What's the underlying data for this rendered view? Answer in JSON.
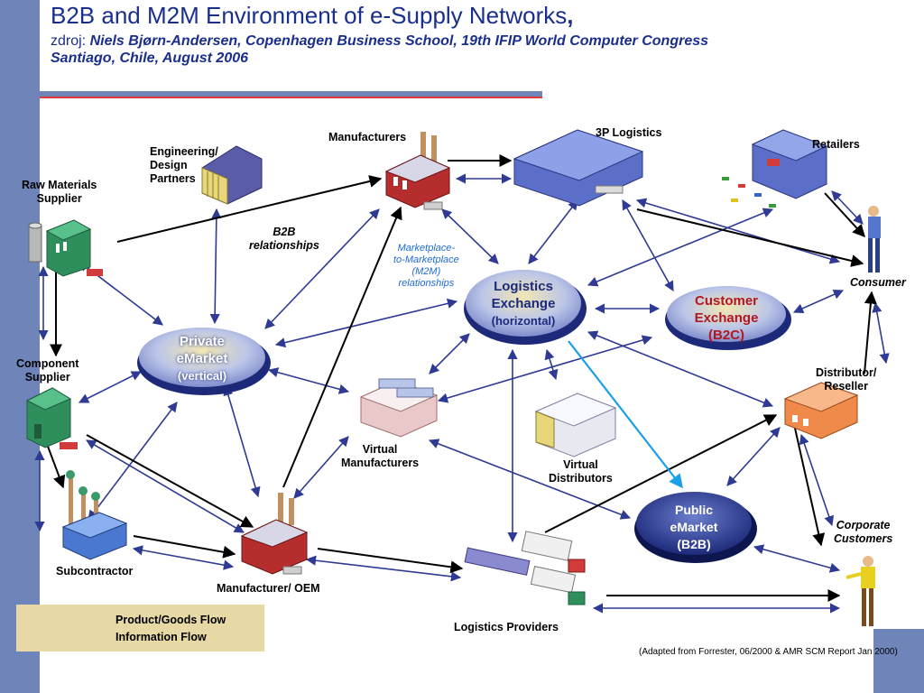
{
  "title": {
    "main": "B2B and M2M Environment of e-Supply Networks",
    "comma": ",",
    "source_prefix": "zdroj: ",
    "source_author": "Niels Bjørn-Andersen, Copenhagen Business School, 19th IFIP World Computer Congress",
    "source_venue": "Santiago, Chile, August 2006"
  },
  "nodes": {
    "raw_materials": [
      "Raw Materials",
      "Supplier"
    ],
    "engineering": [
      "Engineering/",
      "Design",
      "Partners"
    ],
    "manufacturers": "Manufacturers",
    "logistics_3p": "3P Logistics",
    "retailers": "Retailers",
    "consumer": "Consumer",
    "component_supplier": [
      "Component",
      "Supplier"
    ],
    "distributor": [
      "Distributor/",
      "Reseller"
    ],
    "subcontractor": "Subcontractor",
    "manufacturer_oem": "Manufacturer/ OEM",
    "virtual_manufacturers": [
      "Virtual",
      "Manufacturers"
    ],
    "virtual_distributors": [
      "Virtual",
      "Distributors"
    ],
    "logistics_providers": "Logistics Providers",
    "corporate_customers": [
      "Corporate",
      "Customers"
    ]
  },
  "ovals": {
    "private_emarket": [
      "Private",
      "eMarket",
      "(vertical)"
    ],
    "logistics_exchange": [
      "Logistics",
      "Exchange",
      "(horizontal)"
    ],
    "customer_exchange": [
      "Customer",
      "Exchange",
      "(B2C)"
    ],
    "public_emarket": [
      "Public",
      "eMarket",
      "(B2B)"
    ]
  },
  "annotations": {
    "b2b": [
      "B2B",
      "relationships"
    ],
    "m2m": [
      "Marketplace-",
      "to-Marketplace",
      "(M2M)",
      "relationships"
    ]
  },
  "legend": {
    "product_flow": "Product/Goods Flow",
    "information_flow": "Information Flow"
  },
  "footer": {
    "adapted": "(Adapted from Forrester, 06/2000 & AMR SCM Report Jan 2000)"
  },
  "colors": {
    "title": "#1a2f8c",
    "info_arrow": "#2e3a93",
    "product_arrow": "#000000",
    "highlight_arrow": "#1aa0e8",
    "bar": "#6f84b9",
    "legend_bg": "#e6d9a5"
  }
}
